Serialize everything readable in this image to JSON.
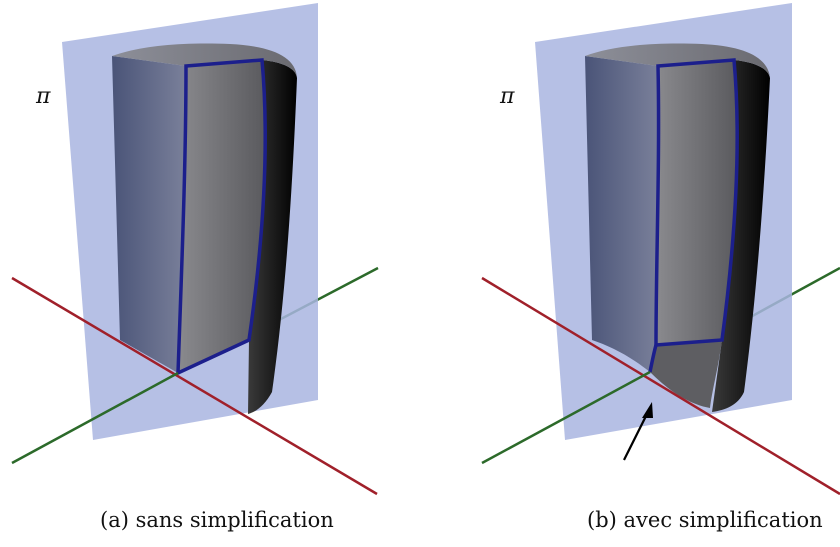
{
  "panels": [
    {
      "id": "a",
      "plane_label": "π",
      "caption": "(a) sans simplification",
      "simplified": false
    },
    {
      "id": "b",
      "plane_label": "π",
      "caption": "(b) avec simplification",
      "simplified": true,
      "has_arrow": true
    }
  ],
  "colors": {
    "plane": "#a9b5e0",
    "axis_red": "#a0202a",
    "axis_green": "#2c6a2a",
    "outline_blue": "#1c1f8c",
    "solid_dark": "#000000",
    "solid_face": "#6e6e78"
  }
}
